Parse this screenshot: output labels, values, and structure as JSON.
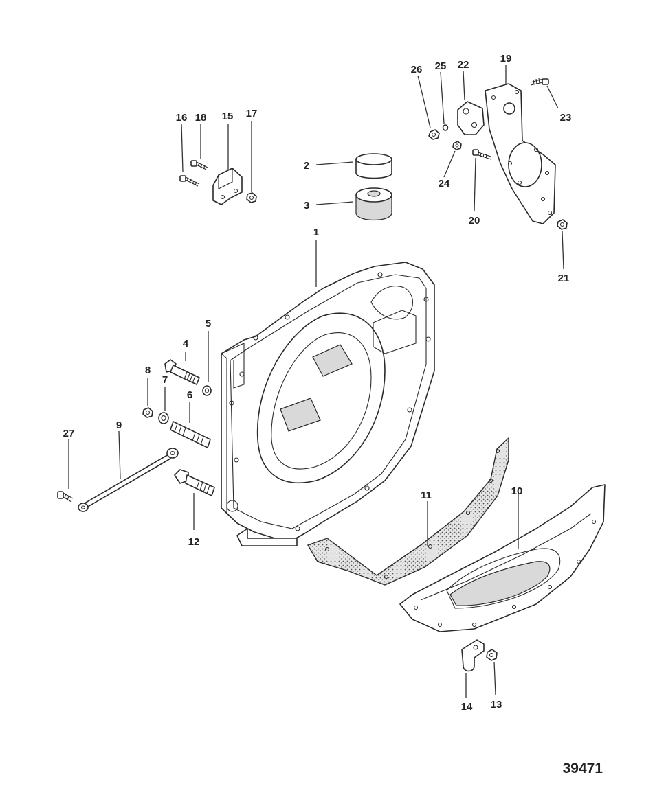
{
  "figure_number": "39471",
  "callouts": [
    "1",
    "2",
    "3",
    "4",
    "5",
    "6",
    "7",
    "8",
    "9",
    "10",
    "11",
    "12",
    "13",
    "14",
    "15",
    "16",
    "17",
    "18",
    "19",
    "20",
    "21",
    "22",
    "23",
    "24",
    "25",
    "26",
    "27"
  ]
}
